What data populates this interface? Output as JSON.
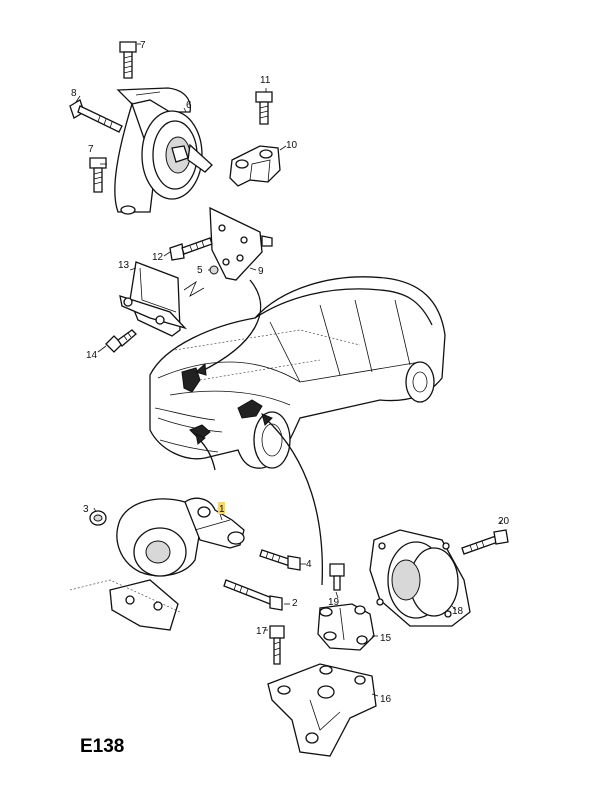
{
  "diagram": {
    "code": "E138",
    "callouts": {
      "c1": "1",
      "c2": "2",
      "c3": "3",
      "c4": "4",
      "c5": "5",
      "c6": "6",
      "c7a": "7",
      "c7b": "7",
      "c8": "8",
      "c9": "9",
      "c10": "10",
      "c11": "11",
      "c12": "12",
      "c13": "13",
      "c14": "14",
      "c15": "15",
      "c16": "16",
      "c17": "17",
      "c18": "18",
      "c19": "19",
      "c20": "20"
    },
    "colors": {
      "highlight": "#f5d76e",
      "ink": "#111111"
    }
  }
}
